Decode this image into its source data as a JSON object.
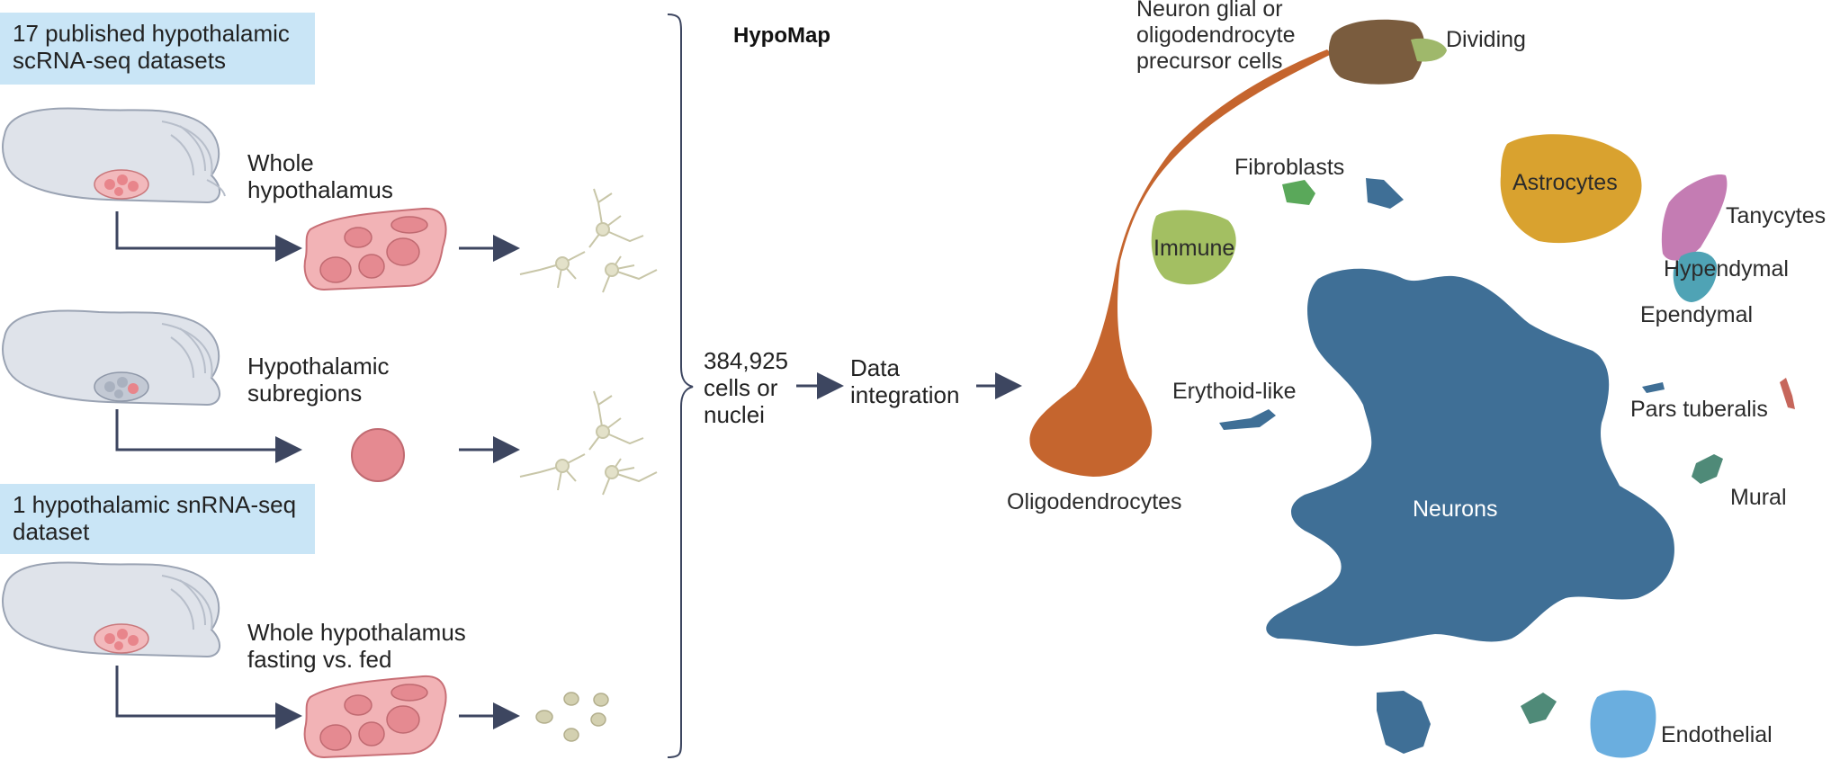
{
  "left_panel": {
    "box1": "17 published hypothalamic\nscRNA-seq datasets",
    "box2": "1 hypothalamic snRNA-seq\ndataset",
    "row1_label": [
      "Whole",
      "hypothalamus"
    ],
    "row2_label": [
      "Hypothalamic",
      "subregions"
    ],
    "row3_label": [
      "Whole hypothalamus",
      "fasting vs. fed"
    ]
  },
  "middle": {
    "count": [
      "384,925",
      "cells or",
      "nuclei"
    ],
    "integration": [
      "Data",
      "integration"
    ]
  },
  "map": {
    "title": "HypoMap",
    "clusters": {
      "neuron_glial": [
        "Neuron glial or",
        "oligodendrocyte",
        "precursor cells"
      ],
      "dividing": "Dividing",
      "fibroblasts": "Fibroblasts",
      "astrocytes": "Astrocytes",
      "tanycytes": "Tanycytes",
      "immune": "Immune",
      "hypendymal": "Hypendymal",
      "ependymal": "Ependymal",
      "erythoid": "Erythoid-like",
      "pars_tuberalis": "Pars tuberalis",
      "oligodendrocytes": "Oligodendrocytes",
      "neurons": "Neurons",
      "mural": "Mural",
      "endothelial": "Endothelial"
    }
  },
  "colors": {
    "neurons": "#3f6f96",
    "oligodendrocytes": "#c5652e",
    "opc": "#7a5c3e",
    "dividing": "#9fb86b",
    "astrocytes": "#d9a22f",
    "tanycytes": "#c47cb3",
    "ependymal": "#4fa3b5",
    "immune": "#a3bf62",
    "fibroblasts": "#5aa85a",
    "mural": "#4f8a78",
    "endothelial": "#6aaedf",
    "arrow": "#3d4660",
    "box": "#c9e5f6",
    "tissue": "#e8a3a7"
  }
}
